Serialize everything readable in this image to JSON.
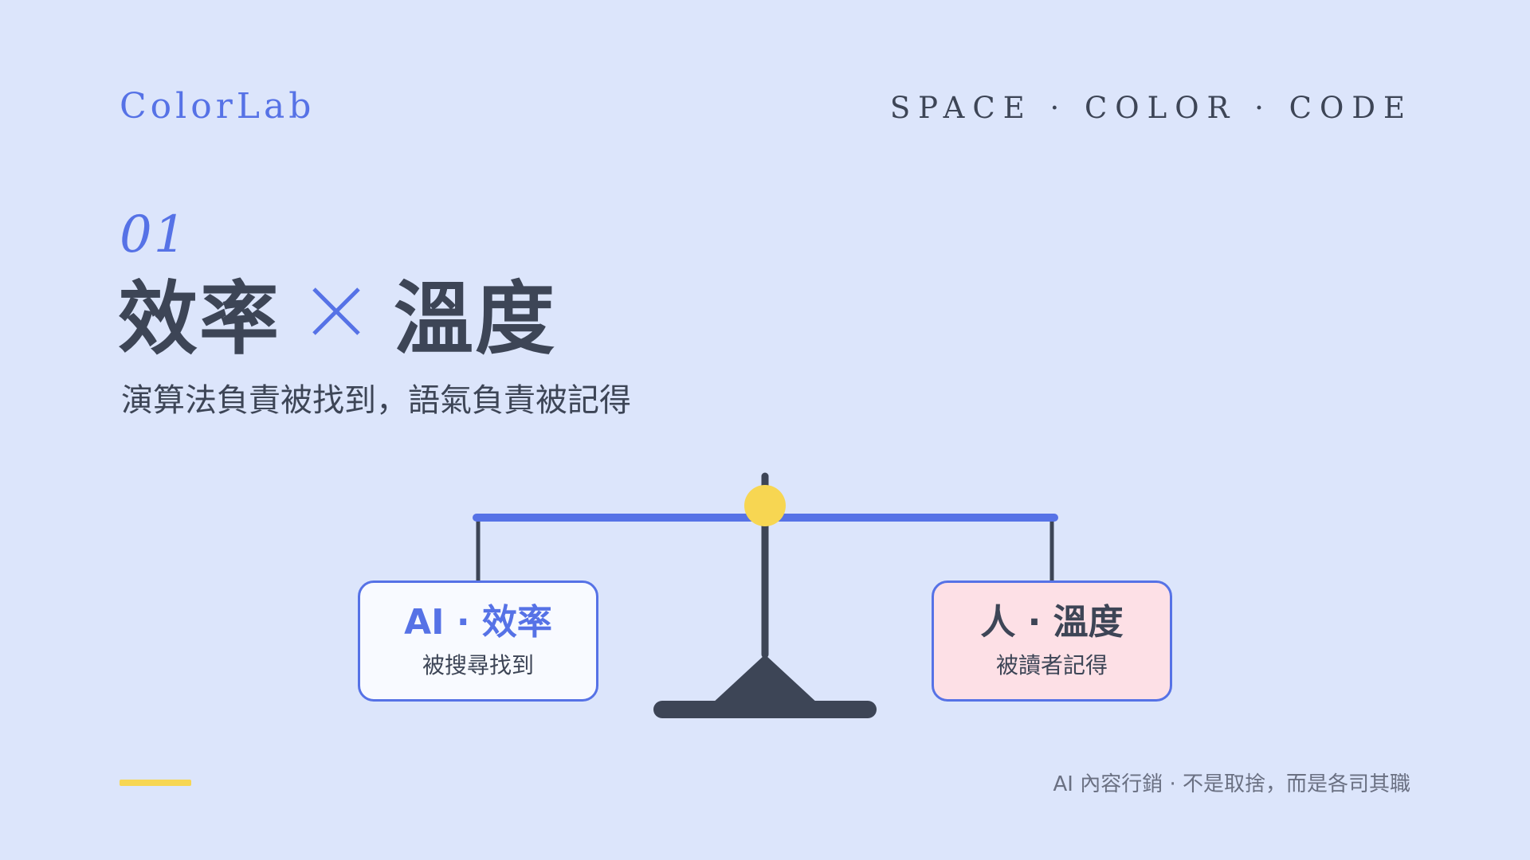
{
  "header": {
    "brand": "ColorLab",
    "tagline": "SPACE · COLOR · CODE"
  },
  "section": {
    "number": "01",
    "title_left": "效率",
    "title_right": "溫度",
    "subtitle": "演算法負責被找到，語氣負責被記得"
  },
  "scale": {
    "left_card": {
      "title": "AI · 效率",
      "subtitle": "被搜尋找到"
    },
    "right_card": {
      "title": "人 · 溫度",
      "subtitle": "被讀者記得"
    }
  },
  "footer": {
    "text": "AI 內容行銷 · 不是取捨，而是各司其職"
  },
  "colors": {
    "background": "#dce5fb",
    "accent_blue": "#5672e6",
    "dark": "#3d4556",
    "yellow": "#f7d652",
    "pink": "#fde0e6",
    "card_white": "#f8faff"
  }
}
